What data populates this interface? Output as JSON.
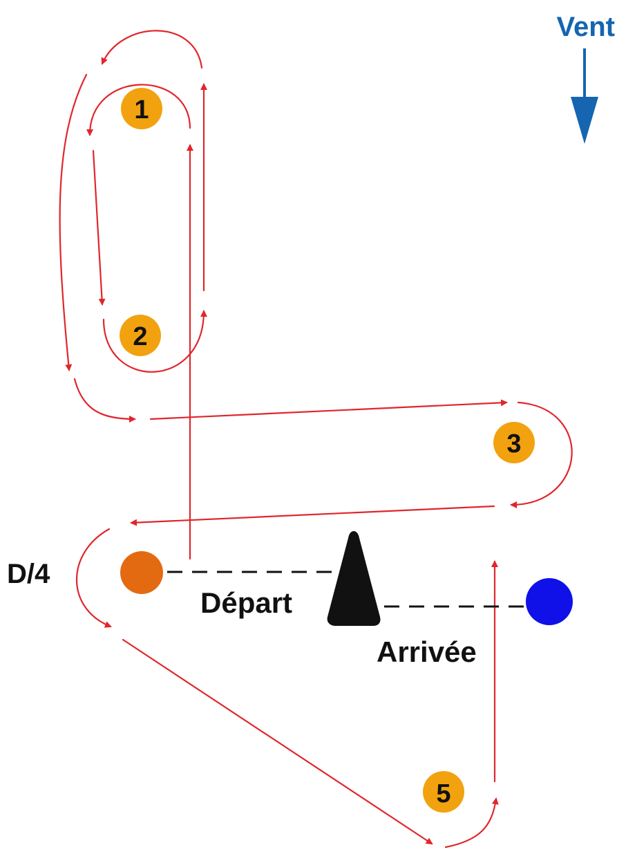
{
  "wind": {
    "label": "Vent",
    "color": "#1565b0"
  },
  "marks": [
    {
      "id": "mark-1",
      "number": "1"
    },
    {
      "id": "mark-2",
      "number": "2"
    },
    {
      "id": "mark-3",
      "number": "3"
    },
    {
      "id": "mark-5",
      "number": "5"
    }
  ],
  "labels": {
    "start_mark": "D/4",
    "start": "Départ",
    "finish": "Arrivée"
  },
  "colors": {
    "route": "#e0262c",
    "mark_fill": "#f2a20f",
    "start_buoy": "#e46a12",
    "finish_buoy": "#1010e8",
    "committee_boat": "#111111"
  }
}
